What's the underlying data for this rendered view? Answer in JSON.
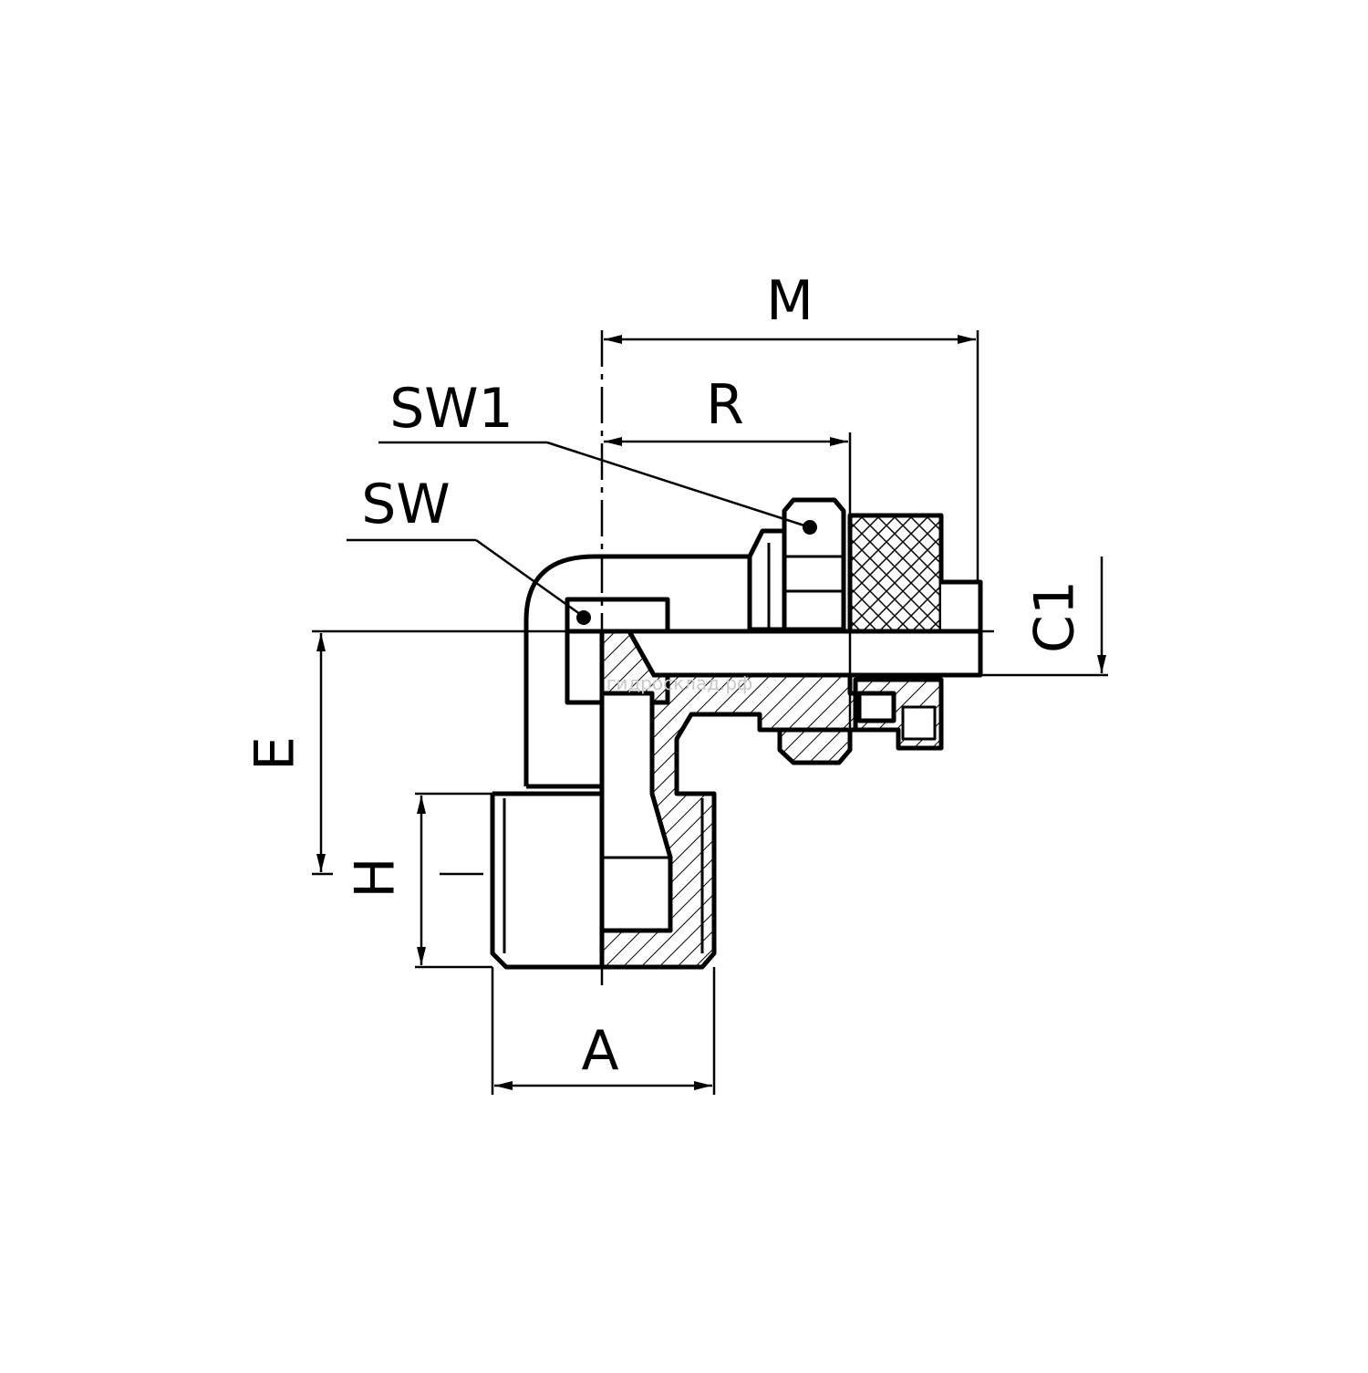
{
  "labels": {
    "M": "M",
    "R": "R",
    "SW1": "SW1",
    "SW": "SW",
    "C1": "C1",
    "E": "E",
    "H": "H",
    "A": "A"
  },
  "watermark": "гидросклад.рф",
  "colors": {
    "line": "#000000",
    "background": "#ffffff",
    "watermark": "#c8c8c8"
  }
}
